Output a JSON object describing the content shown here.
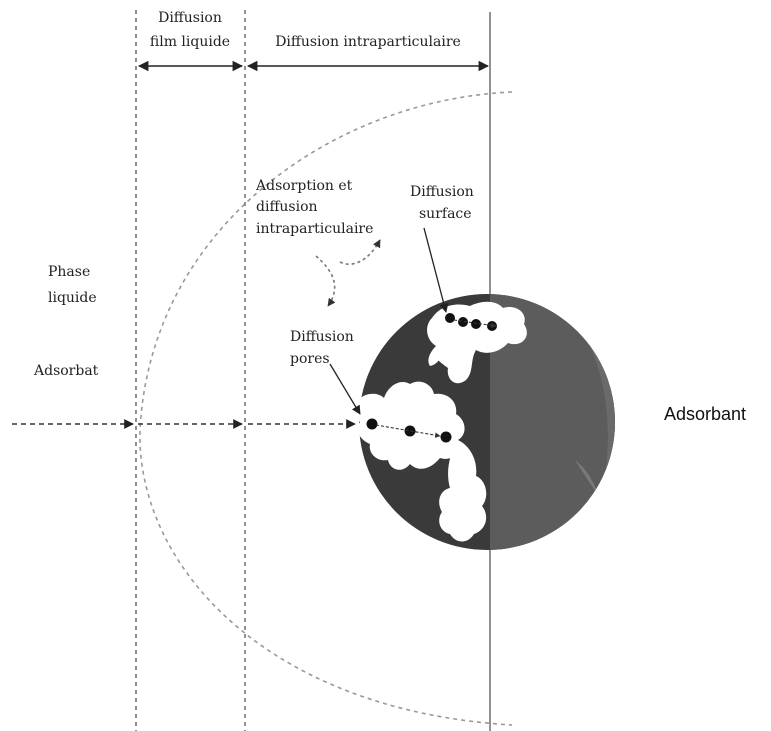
{
  "labels": {
    "film_l1": "Diffusion",
    "film_l2": "film liquide",
    "intra": "Diffusion intraparticulaire",
    "adsorption_l1": "Adsorption et",
    "adsorption_l2": "diffusion",
    "adsorption_l3": "intraparticulaire",
    "surface_l1": "Diffusion",
    "surface_l2": "surface",
    "phase_l1": "Phase",
    "phase_l2": "liquide",
    "pores_l1": "Diffusion",
    "pores_l2": "pores",
    "adsorbat": "Adsorbat",
    "adsorbant": "Adsorbant"
  },
  "colors": {
    "particle_dark": "#3a3a3a",
    "particle_mid": "#5b5b5b",
    "particle_light": "#777777",
    "line": "#555555",
    "dashed": "#999999"
  }
}
